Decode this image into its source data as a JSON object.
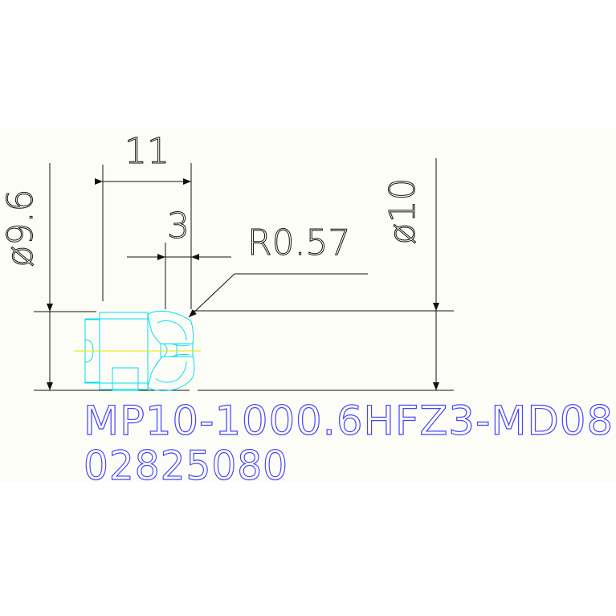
{
  "dimensions": {
    "length_overall": "11",
    "length_flute": "3",
    "corner_radius": "R0.57",
    "dia_neck": "ø9.6",
    "dia_cutter": "ø10"
  },
  "part": {
    "number": "MP10-1000.6HFZ3-MD08",
    "code": "02825080"
  },
  "colors": {
    "dimension_lines": "#111111",
    "tool_outline": "#00e0f0",
    "centerline": "#e8e800",
    "part_text": "#4646ff",
    "sheet_background": "#fdfdf7"
  }
}
